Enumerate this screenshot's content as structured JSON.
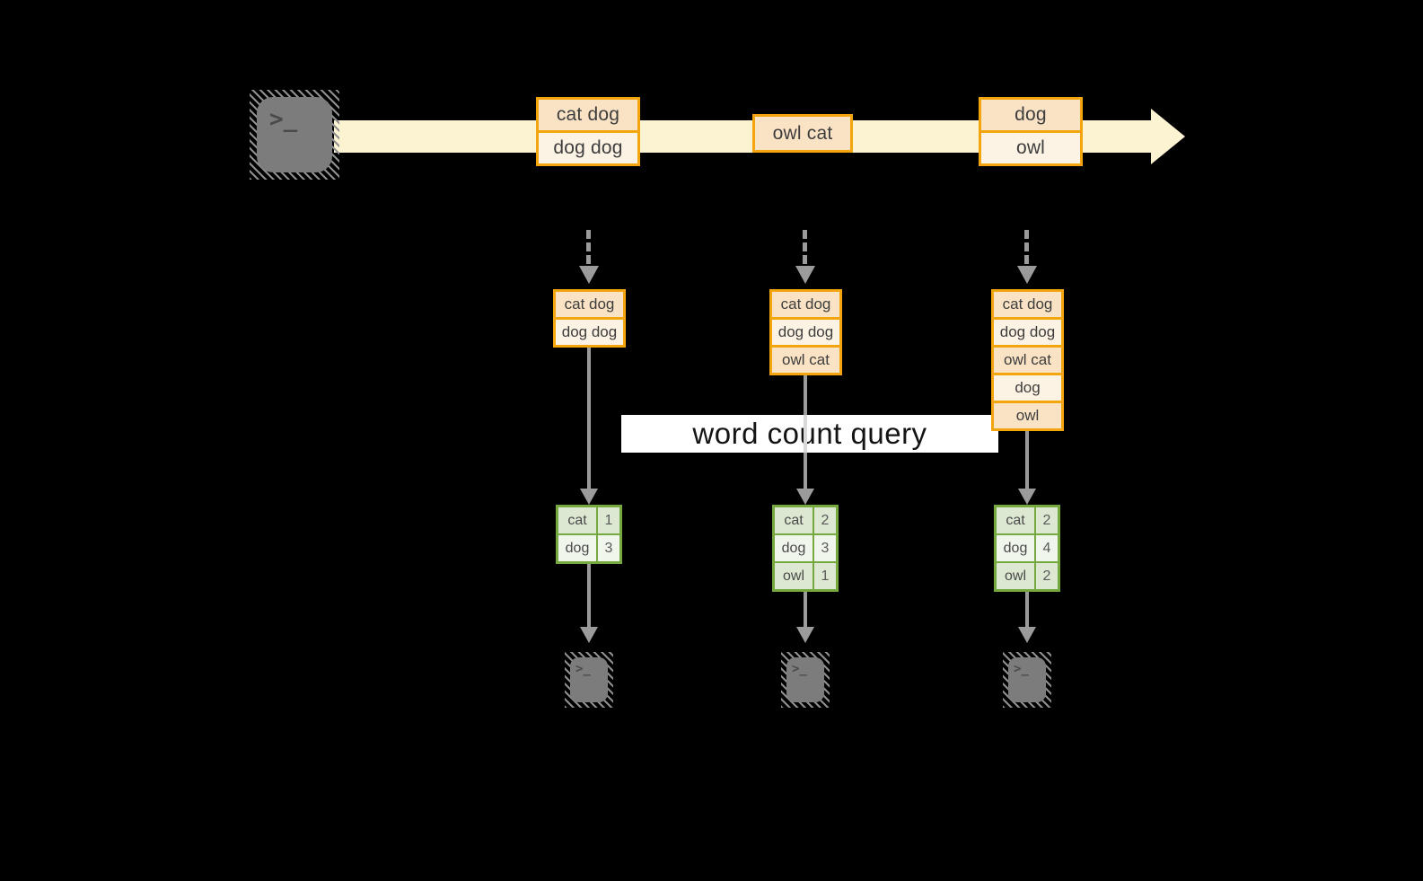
{
  "banner": {
    "label": "word count query"
  },
  "stream": {
    "events": [
      {
        "rows": [
          "cat dog",
          "dog dog"
        ]
      },
      {
        "rows": [
          "owl cat"
        ]
      },
      {
        "rows": [
          "dog",
          "owl"
        ]
      }
    ]
  },
  "pipelines": [
    {
      "state_rows": [
        "cat dog",
        "dog dog"
      ],
      "count_table": {
        "rows": [
          [
            "cat",
            "1"
          ],
          [
            "dog",
            "3"
          ]
        ]
      }
    },
    {
      "state_rows": [
        "cat dog",
        "dog dog",
        "owl cat"
      ],
      "count_table": {
        "rows": [
          [
            "cat",
            "2"
          ],
          [
            "dog",
            "3"
          ],
          [
            "owl",
            "1"
          ]
        ]
      }
    },
    {
      "state_rows": [
        "cat dog",
        "dog dog",
        "owl cat",
        "dog",
        "owl"
      ],
      "count_table": {
        "rows": [
          [
            "cat",
            "2"
          ],
          [
            "dog",
            "4"
          ],
          [
            "owl",
            "2"
          ]
        ]
      }
    }
  ],
  "terminal": {
    "glyph": ">_"
  },
  "colors": {
    "gold_border": "#F2A50C",
    "peach_fill": "#FAE3C5",
    "cream_fill": "#FDF3E4",
    "stream_band": "#FCF3D3",
    "green_border": "#75A83F",
    "green_tint": "#DCE8D2",
    "green_light": "#F1F6ED",
    "arrow_gray": "#9B9B9B",
    "icon_gray": "#7C7C7C"
  }
}
